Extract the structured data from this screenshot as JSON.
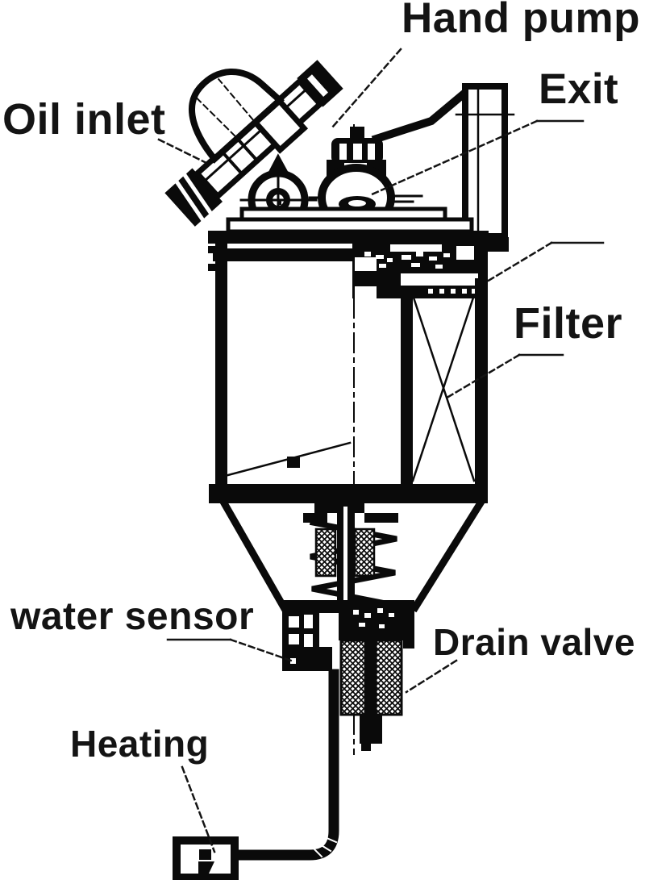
{
  "figure": {
    "kind": "technical line diagram",
    "subject": "Diesel fuel filter / oil-water separator assembly, part-section view",
    "background_color": "#ffffff",
    "line_color": "#0a0a0a",
    "label_color": "#141414"
  },
  "labels": {
    "hand_pump": "Hand pump",
    "exit": "Exit",
    "oil_inlet": "Oil inlet",
    "filter": "Filter",
    "water_sensor": "water sensor",
    "drain_valve": "Drain valve",
    "heating": "Heating"
  }
}
